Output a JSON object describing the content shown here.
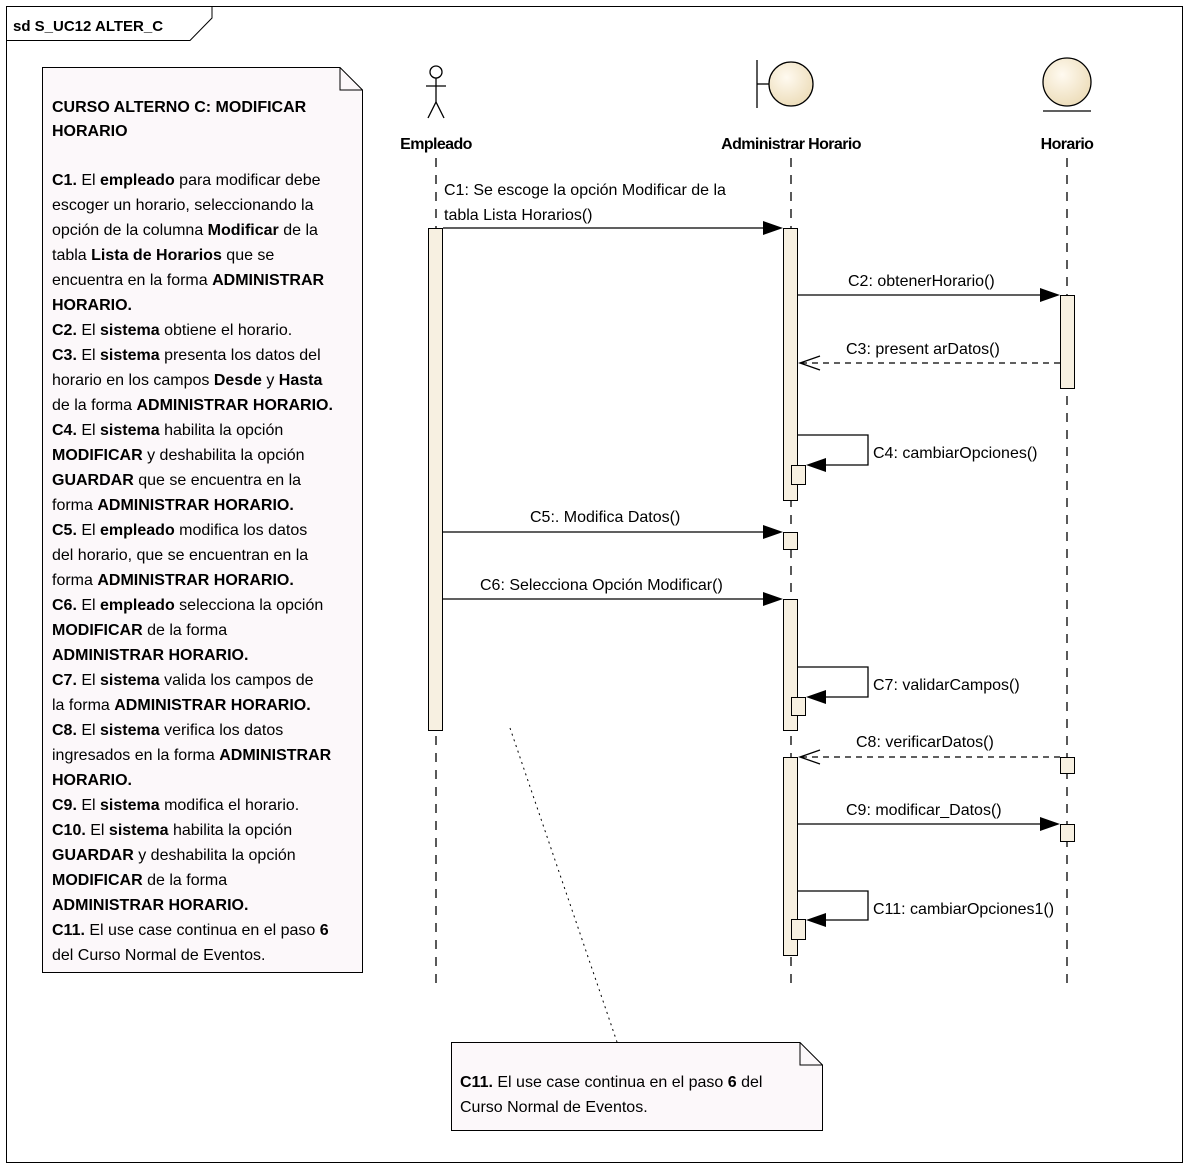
{
  "frame": {
    "title": "sd S_UC12  ALTER_C"
  },
  "lifelines": {
    "empleado": "Empleado",
    "administrar": "Administrar Horario",
    "horario": "Horario"
  },
  "messages": {
    "c1_line1": "C1: Se escoge la opción Modificar de la",
    "c1_line2": "tabla Lista Horarios()",
    "c2": "C2: obtenerHorario()",
    "c3": "C3: present arDatos()",
    "c4": "C4: cambiarOpciones()",
    "c5": "C5:. Modifica Datos()",
    "c6": "C6: Selecciona Opción Modificar()",
    "c7": "C7: validarCampos()",
    "c8": "C8: verificarDatos()",
    "c9": "C9: modificar_Datos()",
    "c11": "C11: cambiarOpciones1()"
  },
  "left_note": {
    "title": "CURSO ALTERNO C: MODIFICAR HORARIO",
    "lines": [
      [
        {
          "t": "C1.",
          "b": true
        },
        {
          "t": " El "
        },
        {
          "t": "empleado",
          "b": true
        },
        {
          "t": " para modificar debe"
        }
      ],
      [
        {
          "t": "escoger un horario, seleccionando la"
        }
      ],
      [
        {
          "t": "opción de la columna "
        },
        {
          "t": "Modificar",
          "b": true
        },
        {
          "t": " de la"
        }
      ],
      [
        {
          "t": "tabla "
        },
        {
          "t": "Lista de Horarios",
          "b": true
        },
        {
          "t": " que se"
        }
      ],
      [
        {
          "t": "encuentra en la forma "
        },
        {
          "t": "ADMINISTRAR",
          "b": true
        }
      ],
      [
        {
          "t": "HORARIO.",
          "b": true
        }
      ],
      [
        {
          "t": "C2.",
          "b": true
        },
        {
          "t": " El "
        },
        {
          "t": "sistema",
          "b": true
        },
        {
          "t": " obtiene el horario."
        }
      ],
      [
        {
          "t": "C3.",
          "b": true
        },
        {
          "t": " El "
        },
        {
          "t": "sistema",
          "b": true
        },
        {
          "t": " presenta los datos del"
        }
      ],
      [
        {
          "t": "horario en los campos "
        },
        {
          "t": "Desde",
          "b": true
        },
        {
          "t": " y "
        },
        {
          "t": "Hasta",
          "b": true
        }
      ],
      [
        {
          "t": "de la forma "
        },
        {
          "t": "ADMINISTRAR HORARIO.",
          "b": true
        }
      ],
      [
        {
          "t": "C4.",
          "b": true
        },
        {
          "t": " El "
        },
        {
          "t": "sistema",
          "b": true
        },
        {
          "t": " habilita la opción"
        }
      ],
      [
        {
          "t": "MODIFICAR",
          "b": true
        },
        {
          "t": " y deshabilita la opción"
        }
      ],
      [
        {
          "t": "GUARDAR",
          "b": true
        },
        {
          "t": " que se encuentra en la"
        }
      ],
      [
        {
          "t": "forma "
        },
        {
          "t": "ADMINISTRAR HORARIO.",
          "b": true
        }
      ],
      [
        {
          "t": "C5.",
          "b": true
        },
        {
          "t": " El "
        },
        {
          "t": "empleado",
          "b": true
        },
        {
          "t": " modifica los datos"
        }
      ],
      [
        {
          "t": "del horario, que se encuentran en la"
        }
      ],
      [
        {
          "t": "forma "
        },
        {
          "t": "ADMINISTRAR HORARIO.",
          "b": true
        }
      ],
      [
        {
          "t": "C6.",
          "b": true
        },
        {
          "t": " El "
        },
        {
          "t": "empleado",
          "b": true
        },
        {
          "t": " selecciona la opción"
        }
      ],
      [
        {
          "t": "MODIFICAR",
          "b": true
        },
        {
          "t": " de la forma"
        }
      ],
      [
        {
          "t": "ADMINISTRAR HORARIO.",
          "b": true
        }
      ],
      [
        {
          "t": "C7.",
          "b": true
        },
        {
          "t": " El "
        },
        {
          "t": "sistema",
          "b": true
        },
        {
          "t": " valida los campos de"
        }
      ],
      [
        {
          "t": "la forma "
        },
        {
          "t": "ADMINISTRAR HORARIO.",
          "b": true
        }
      ],
      [
        {
          "t": "C8.",
          "b": true
        },
        {
          "t": " El "
        },
        {
          "t": "sistema",
          "b": true
        },
        {
          "t": " verifica los datos"
        }
      ],
      [
        {
          "t": "ingresados en la forma "
        },
        {
          "t": "ADMINISTRAR",
          "b": true
        }
      ],
      [
        {
          "t": "HORARIO.",
          "b": true
        }
      ],
      [
        {
          "t": "C9.",
          "b": true
        },
        {
          "t": " El "
        },
        {
          "t": "sistema",
          "b": true
        },
        {
          "t": " modifica el horario."
        }
      ],
      [
        {
          "t": "C10.",
          "b": true
        },
        {
          "t": " El "
        },
        {
          "t": "sistema",
          "b": true
        },
        {
          "t": " habilita la opción"
        }
      ],
      [
        {
          "t": "GUARDAR",
          "b": true
        },
        {
          "t": " y deshabilita la opción"
        }
      ],
      [
        {
          "t": "MODIFICAR",
          "b": true
        },
        {
          "t": " de la forma"
        }
      ],
      [
        {
          "t": "ADMINISTRAR HORARIO.",
          "b": true
        }
      ],
      [
        {
          "t": "C11.",
          "b": true
        },
        {
          "t": " El use case continua en el paso "
        },
        {
          "t": "6",
          "b": true
        }
      ],
      [
        {
          "t": "del Curso Normal de Eventos."
        }
      ]
    ]
  },
  "bottom_note": {
    "lines": [
      [
        {
          "t": "C11.",
          "b": true
        },
        {
          "t": " El use case continua en el paso "
        },
        {
          "t": "6",
          "b": true
        },
        {
          "t": " del"
        }
      ],
      [
        {
          "t": "Curso Normal de Eventos."
        }
      ]
    ]
  },
  "colors": {
    "note_fill": "#fcf8fa",
    "activation_fill": "#f7f0e1",
    "boundary_fill": "#f8efd9",
    "stroke": "#000000"
  }
}
